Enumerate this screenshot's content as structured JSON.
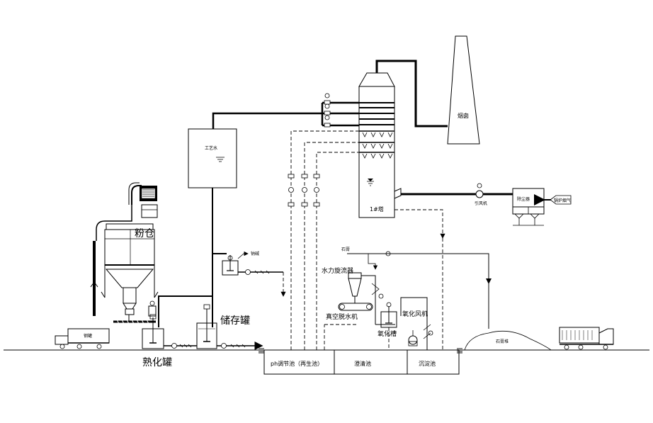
{
  "labels": {
    "chimney": "烟囱",
    "tower": "1#塔",
    "process_water": "工艺水",
    "powder_silo": "粉仓",
    "slaking_tank": "熟化罐",
    "storage_tank": "储存罐",
    "hydrocyclone": "水力旋流器",
    "vacuum_filter": "真空脱水机",
    "oxidation_tank": "氧化槽",
    "oxidation_fan": "氧化风机",
    "ph_pool": "ph调节池（再生池）",
    "clarifier_pool": "澄清池",
    "settling_pool": "沉淀池",
    "induced_fan": "引风机",
    "dust_collector": "除尘器",
    "boiler_flue_gas": "锅炉烟气",
    "gypsum_top": "石膏",
    "gypsum_pile": "石膏堆",
    "caustic": "钠碱",
    "bulk_truck": "钢罐"
  },
  "colors": {
    "line": "#000000",
    "background": "#ffffff",
    "ground_marker": "#888888"
  }
}
